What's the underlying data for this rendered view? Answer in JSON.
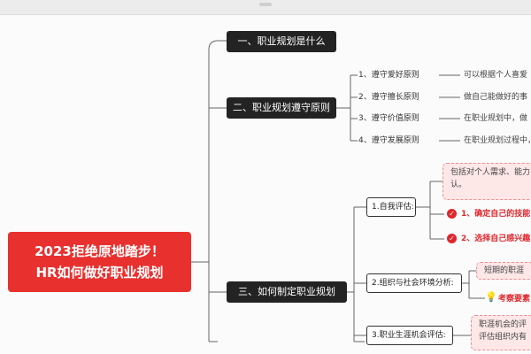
{
  "root": {
    "line1": "2023拒绝原地踏步！",
    "line2": "HR如何做好职业规划"
  },
  "branches": [
    {
      "label": "一、职业规划是什么"
    },
    {
      "label": "二、职业规划遵守原则"
    },
    {
      "label": "三、如何制定职业规划"
    }
  ],
  "principles": [
    {
      "label": "1、遵守爱好原则",
      "desc": "可以根据个人喜爱"
    },
    {
      "label": "2、遵守擅长原则",
      "desc": "做自己能做好的事"
    },
    {
      "label": "3、遵守价值原则",
      "desc": "在职业规划中，做"
    },
    {
      "label": "4、遵守发展原则",
      "desc": "在职业规划过程中，"
    }
  ],
  "steps": [
    {
      "label": "1.自我评估:",
      "note": {
        "line1": "包括对个人需求、能力",
        "line2": "认。"
      },
      "items": [
        "1、确定自己的技能",
        "2、选择自己感兴趣"
      ]
    },
    {
      "label": "2.组织与社会环境分析:",
      "note": "短期的职涯",
      "tip": "考察要素"
    },
    {
      "label": "3.职业生涯机会评估:",
      "note": {
        "line1": "职涯机会的评",
        "line2": "评估组织内有"
      }
    }
  ],
  "colors": {
    "accent": "#e8312f",
    "dark_node": "#232323",
    "note_fill": "#fde7e7",
    "line": "#666666"
  },
  "icons": {
    "check": "check-circle-icon",
    "bulb": "lightbulb-icon"
  }
}
